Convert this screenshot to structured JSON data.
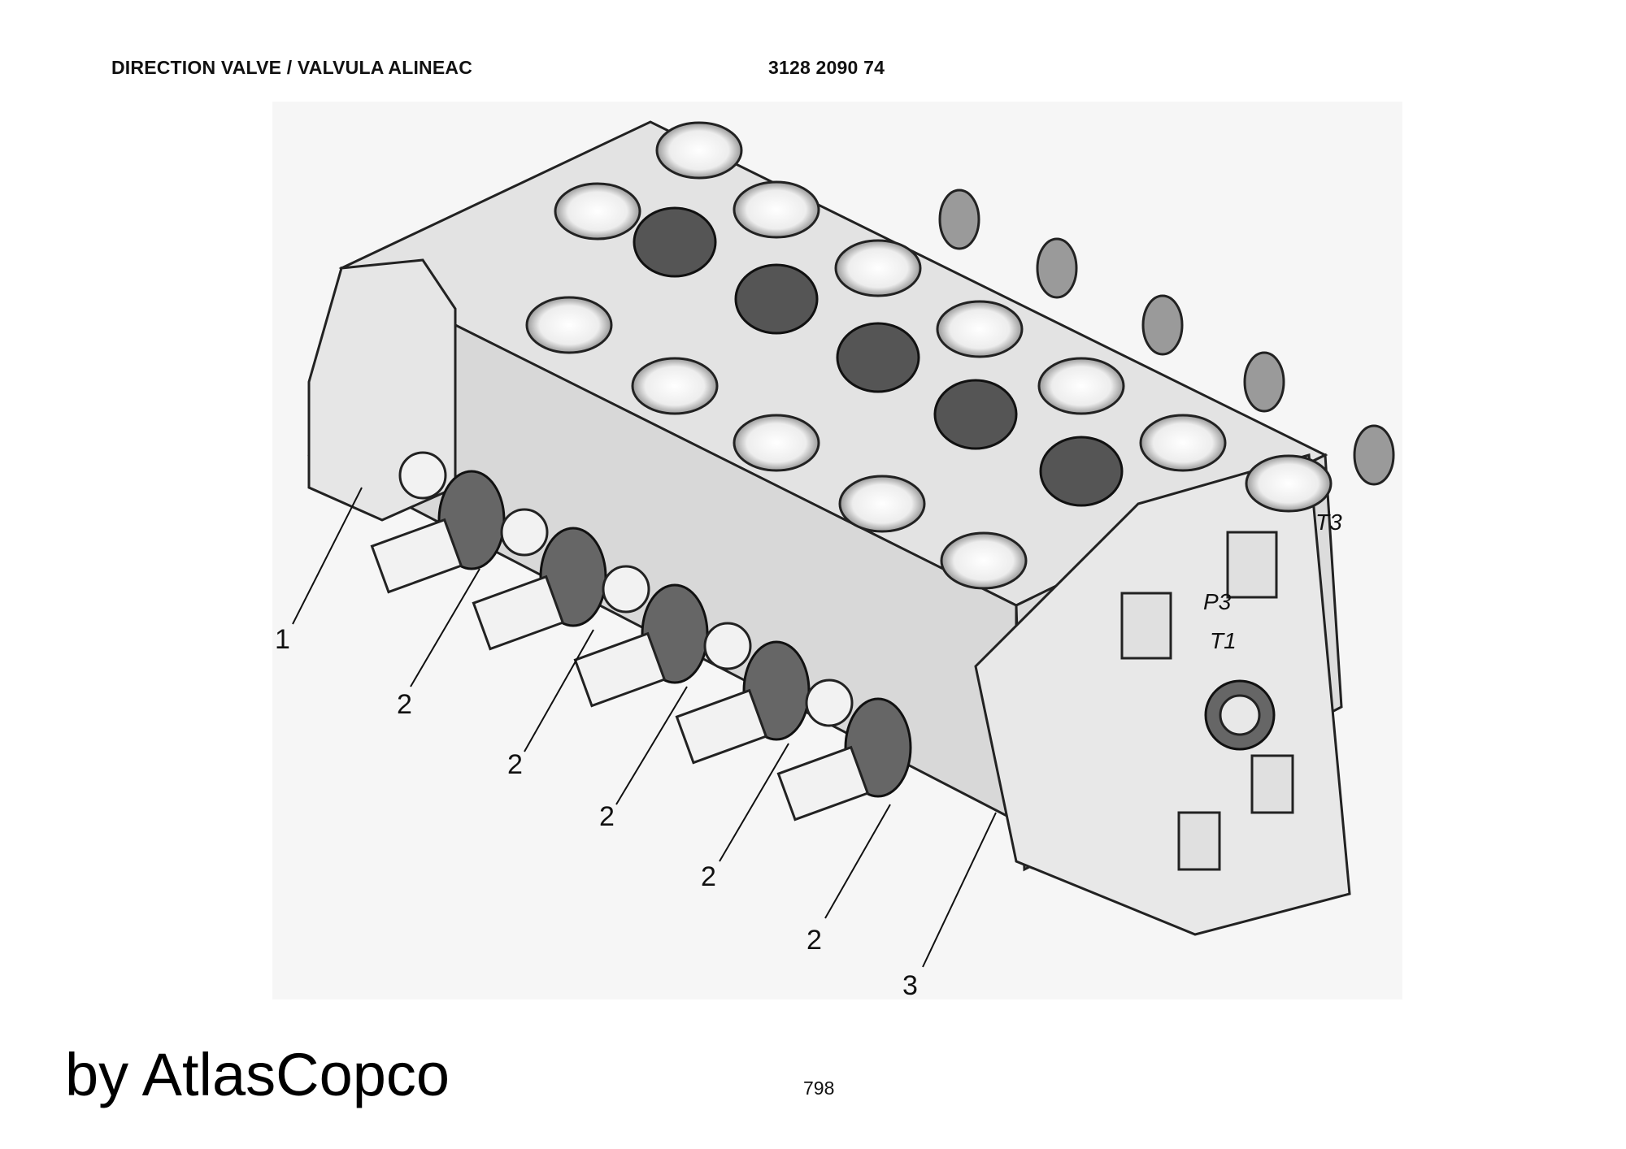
{
  "header": {
    "title": "DIRECTION VALVE / VALVULA ALINEAC",
    "part_number": "3128 2090 74"
  },
  "callouts": [
    "1",
    "2",
    "2",
    "2",
    "2",
    "2",
    "3"
  ],
  "ports": [
    "P3",
    "T1",
    "T3"
  ],
  "footer": {
    "brand": "by AtlasCopco",
    "page_number": "798"
  }
}
